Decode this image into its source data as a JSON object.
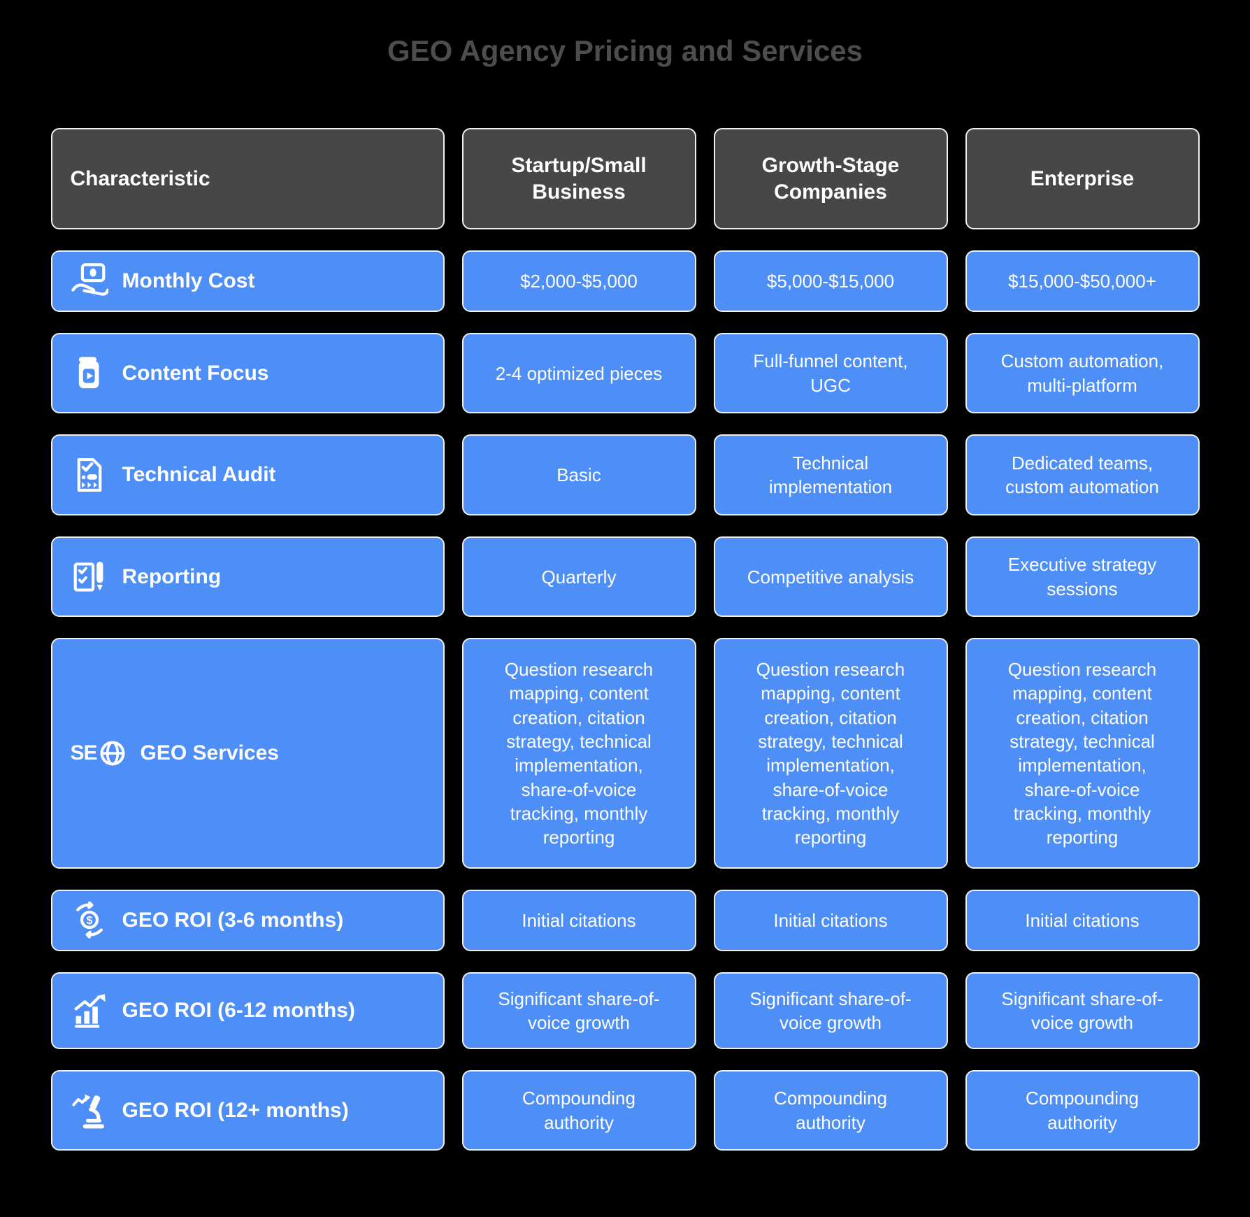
{
  "title": "GEO Agency Pricing and Services",
  "colors": {
    "background": "#000000",
    "cell_blue": "#4e8ef7",
    "header_gray": "#474747",
    "title_gray": "#4d4d4d",
    "text_white": "#ffffff",
    "cell_border": "#efefef"
  },
  "table": {
    "headers": [
      "Characteristic",
      "Startup/Small Business",
      "Growth-Stage Companies",
      "Enterprise"
    ],
    "rows": [
      {
        "label": "Monthly Cost",
        "icon": "payment-hand-icon",
        "values": [
          "$2,000-$5,000",
          "$5,000-$15,000",
          "$15,000-$50,000+"
        ]
      },
      {
        "label": "Content Focus",
        "icon": "content-book-icon",
        "values": [
          "2-4 optimized pieces",
          "Full-funnel content, UGC",
          "Custom automation, multi-platform"
        ]
      },
      {
        "label": "Technical Audit",
        "icon": "audit-document-icon",
        "values": [
          "Basic",
          "Technical implementation",
          "Dedicated teams, custom automation"
        ]
      },
      {
        "label": "Reporting",
        "icon": "report-pen-icon",
        "values": [
          "Quarterly",
          "Competitive analysis",
          "Executive strategy sessions"
        ]
      },
      {
        "label": "GEO Services",
        "icon": "seo-globe-icon",
        "values": [
          "Question research mapping, content creation, citation strategy, technical implementation, share-of-voice tracking, monthly reporting",
          "Question research mapping, content creation, citation strategy, technical implementation, share-of-voice tracking, monthly reporting",
          "Question research mapping, content creation, citation strategy, technical implementation, share-of-voice tracking, monthly reporting"
        ]
      },
      {
        "label": "GEO ROI (3-6 months)",
        "icon": "money-exchange-icon",
        "values": [
          "Initial citations",
          "Initial citations",
          "Initial citations"
        ]
      },
      {
        "label": "GEO ROI (6-12 months)",
        "icon": "growth-chart-icon",
        "values": [
          "Significant share-of-voice growth",
          "Significant share-of-voice growth",
          "Significant share-of-voice growth"
        ]
      },
      {
        "label": "GEO ROI (12+ months)",
        "icon": "microscope-icon",
        "values": [
          "Compounding authority",
          "Compounding authority",
          "Compounding authority"
        ]
      }
    ]
  },
  "chart_data": {
    "type": "table",
    "title": "GEO Agency Pricing and Services",
    "columns": [
      "Characteristic",
      "Startup/Small Business",
      "Growth-Stage Companies",
      "Enterprise"
    ],
    "rows": [
      [
        "Monthly Cost",
        "$2,000-$5,000",
        "$5,000-$15,000",
        "$15,000-$50,000+"
      ],
      [
        "Content Focus",
        "2-4 optimized pieces",
        "Full-funnel content, UGC",
        "Custom automation, multi-platform"
      ],
      [
        "Technical Audit",
        "Basic",
        "Technical implementation",
        "Dedicated teams, custom automation"
      ],
      [
        "Reporting",
        "Quarterly",
        "Competitive analysis",
        "Executive strategy sessions"
      ],
      [
        "GEO Services",
        "Question research mapping, content creation, citation strategy, technical implementation, share-of-voice tracking, monthly reporting",
        "Question research mapping, content creation, citation strategy, technical implementation, share-of-voice tracking, monthly reporting",
        "Question research mapping, content creation, citation strategy, technical implementation, share-of-voice tracking, monthly reporting"
      ],
      [
        "GEO ROI (3-6 months)",
        "Initial citations",
        "Initial citations",
        "Initial citations"
      ],
      [
        "GEO ROI (6-12 months)",
        "Significant share-of-voice growth",
        "Significant share-of-voice growth",
        "Significant share-of-voice growth"
      ],
      [
        "GEO ROI (12+ months)",
        "Compounding authority",
        "Compounding authority",
        "Compounding authority"
      ]
    ]
  }
}
